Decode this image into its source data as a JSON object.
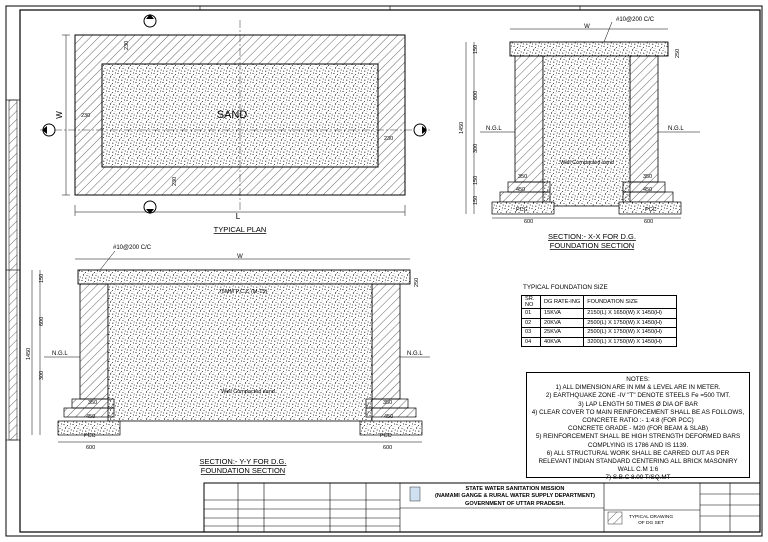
{
  "plan": {
    "sand_label": "SAND",
    "title": "TYPICAL PLAN",
    "dim_w": "W",
    "dim_l": "L",
    "dim_230_top": "230",
    "dim_230_left": "230",
    "dim_230_right": "230",
    "dim_230_bottom": "230"
  },
  "section_xx": {
    "title_line1": "SECTION:- X-X FOR D.G.",
    "title_line2": "FOUNDATION SECTION",
    "rebar": "#10@200 C/C",
    "dim_w": "W",
    "dim_250": "250",
    "dim_total": "1450",
    "dim_600": "600",
    "dim_300": "300",
    "dim_150a": "150",
    "dim_150b": "150",
    "dim_150c": "150",
    "ngl_left": "N.G.L",
    "ngl_right": "N.G.L",
    "compacted": "Well Compacted sand",
    "dim_350a": "350",
    "dim_350b": "350",
    "dim_450a": "450",
    "dim_450b": "450",
    "pcc_left": "PCC",
    "pcc_right": "PCC",
    "dim_600a": "600",
    "dim_600b": "600"
  },
  "section_yy": {
    "title_line1": "SECTION:- Y-Y FOR D.G.",
    "title_line2": "FOUNDATION SECTION",
    "rebar": "#10@200 C/C",
    "dim_w": "W",
    "pcc_note": "75MM P.C.C (M-15)",
    "dim_150": "150",
    "dim_600": "600",
    "dim_300": "300",
    "dim_total": "1450",
    "dim_250": "250",
    "ngl_left": "N.G.L",
    "ngl_right": "N.G.L",
    "compacted": "Well Compacted sand",
    "dim_350a": "350",
    "dim_350b": "350",
    "dim_450a": "450",
    "dim_450b": "450",
    "pcc_left": "PCC",
    "pcc_right": "PCC",
    "dim_600a": "600",
    "dim_600b": "600"
  },
  "foundation_table": {
    "title": "TYPICAL FOUNDATION SIZE",
    "headers": [
      "SR. NO",
      "DG RATE-ING",
      "FOUNDATION SIZE"
    ],
    "rows": [
      [
        "01",
        "15KVA",
        "2150(L) X 1650(W) X 1450(H)"
      ],
      [
        "02",
        "20KVA",
        "2500(L) X 1750(W) X 1450(H)"
      ],
      [
        "03",
        "25KVA",
        "2500(L) X 1750(W) X 1450(H)"
      ],
      [
        "04",
        "40KVA",
        "3200(L) X 1750(W) X 1450(H)"
      ]
    ]
  },
  "notes": {
    "title": "NOTES:",
    "lines": [
      "1) ALL DIMENSION ARE IN MM & LEVEL ARE IN METER.",
      "2) EARTHQUAKE ZONE -IV \"T\" DENOTE STEELS Fe =500 TMT.",
      "3) LAP LENGTH 50 TIMES Ø DIA OF BAR",
      "4) CLEAR COVER TO MAIN REINFORCEMENT SHALL BE AS FOLLOWS,",
      "CONCRETE RATIO :- 1:4:8 (FOR PCC)",
      "CONCRETE GRADE - M20 (FOR BEAM & SLAB)",
      "5) REINFORCEMENT SHALL BE HIGH STRENGTH DEFORMED BARS",
      "COMPLYING IS 1786 AND IS 1139.",
      "6) ALL STRUCTURAL WORK SHALL BE CARRED OUT AS PER",
      "RELEVANT INDIAN STANDARD CENTERING ALL BRICK MASONIRY",
      "WALL C.M 1:6",
      "7) S.B.C 8.00 T/SQ.MT"
    ]
  },
  "title_block": {
    "org_line1": "STATE WATER SANITATION MISSION",
    "org_line2": "(NAMAMI GANGE & RURAL WATER SUPPLY DEPARTMENT)",
    "org_line3": "GOVERNMENT OF UTTAR PRADESH.",
    "drawing_title": "TYPICAL DRAWING",
    "drawing_sub": "OF DG SET"
  },
  "colors": {
    "line": "#000000",
    "hatch": "#000000",
    "paper": "#ffffff"
  },
  "icons": {
    "section_marker": "section-arrow-icon"
  }
}
